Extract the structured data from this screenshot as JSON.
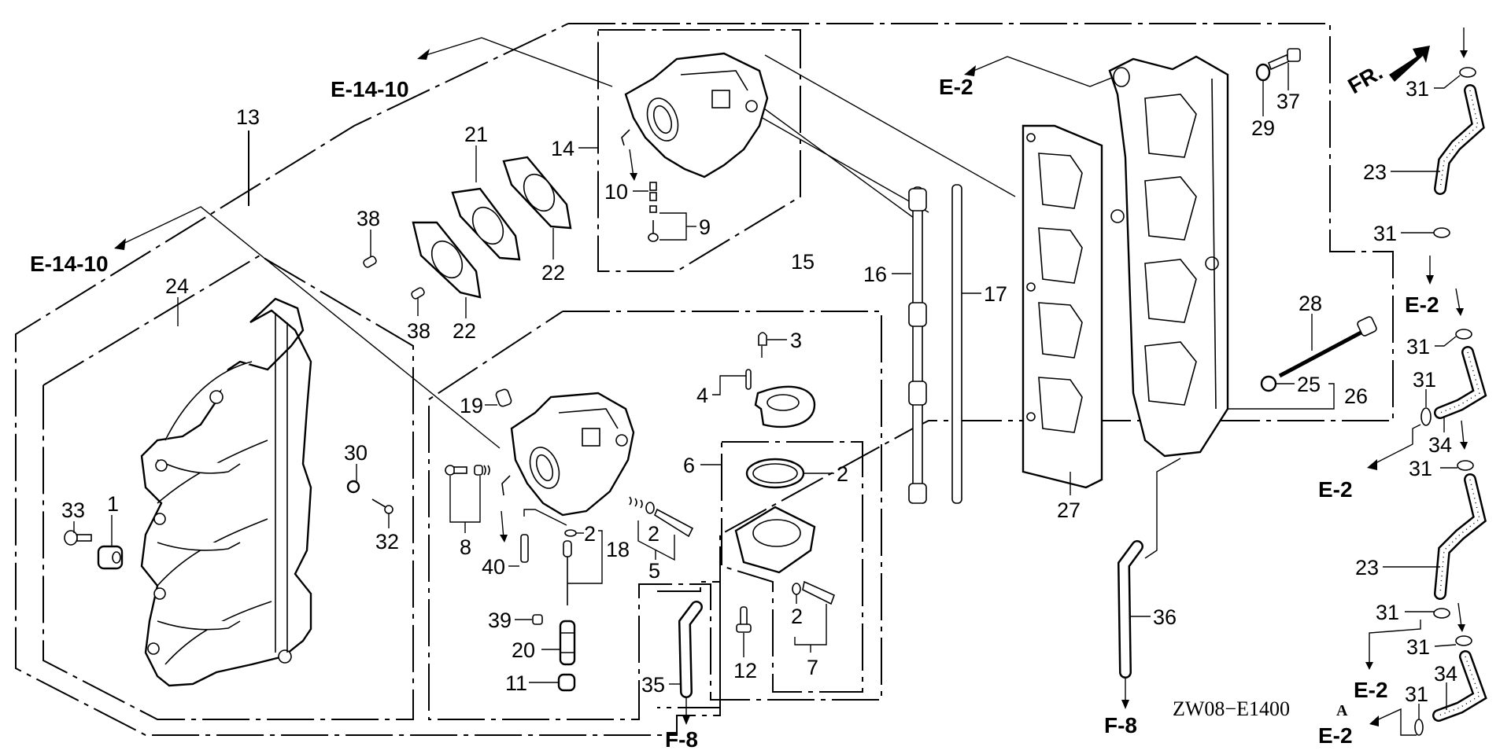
{
  "diagram": {
    "title_code": "ZW08−E1400",
    "title_suffix": "A",
    "orientation_label": "FR.",
    "references": {
      "e14_10_top": "E-14-10",
      "e14_10_left": "E-14-10",
      "e2_top": "E-2",
      "e2_right_1": "E-2",
      "e2_right_2": "E-2",
      "e2_right_3": "E-2",
      "e2_right_4": "E-2",
      "f8_left": "F-8",
      "f8_right": "F-8"
    },
    "callouts": {
      "p1": "1",
      "p2a": "2",
      "p2b": "2",
      "p2c": "2",
      "p2d": "2",
      "p3": "3",
      "p4": "4",
      "p5": "5",
      "p6": "6",
      "p7": "7",
      "p8": "8",
      "p9": "9",
      "p10": "10",
      "p11": "11",
      "p12": "12",
      "p13": "13",
      "p14": "14",
      "p15": "15",
      "p16": "16",
      "p17": "17",
      "p18": "18",
      "p19": "19",
      "p20": "20",
      "p21": "21",
      "p22a": "22",
      "p22b": "22",
      "p23a": "23",
      "p23b": "23",
      "p24": "24",
      "p25": "25",
      "p26": "26",
      "p27": "27",
      "p28": "28",
      "p29": "29",
      "p30": "30",
      "p31a": "31",
      "p31b": "31",
      "p31c": "31",
      "p31d": "31",
      "p31e": "31",
      "p31f": "31",
      "p31g": "31",
      "p31h": "31",
      "p32": "32",
      "p33": "33",
      "p34a": "34",
      "p34b": "34",
      "p35": "35",
      "p36": "36",
      "p37": "37",
      "p38a": "38",
      "p38b": "38",
      "p39": "39",
      "p40": "40"
    }
  }
}
